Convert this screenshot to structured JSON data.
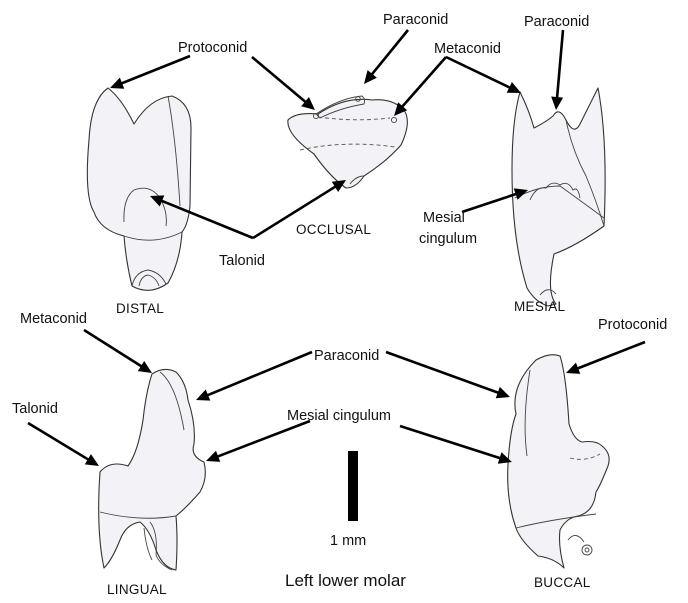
{
  "figure": {
    "caption": "Left lower molar",
    "scale_bar_label": "1 mm"
  },
  "views": {
    "distal": "DISTAL",
    "occlusal": "OCCLUSAL",
    "mesial": "MESIAL",
    "lingual": "LINGUAL",
    "buccal": "BUCCAL"
  },
  "labels": {
    "protoconid_top": "Protoconid",
    "paraconid_top_center": "Paraconid",
    "paraconid_top_right": "Paraconid",
    "metaconid_top": "Metaconid",
    "talonid_top": "Talonid",
    "mesial_cingulum_line1": "Mesial",
    "mesial_cingulum_line2": "cingulum",
    "metaconid_bottom": "Metaconid",
    "talonid_bottom": "Talonid",
    "paraconid_bottom": "Paraconid",
    "mesial_cingulum_bottom": "Mesial cingulum",
    "protoconid_bottom": "Protoconid"
  },
  "colors": {
    "tooth_fill": "#f3f3f7",
    "outline": "#333333",
    "arrow": "#000000"
  }
}
